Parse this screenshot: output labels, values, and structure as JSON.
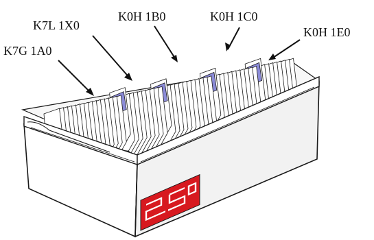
{
  "labels": [
    "K7G 1A0",
    "K7L 1X0",
    "K0H 1B0",
    "K0H 1C0",
    "K0H 1E0"
  ],
  "colors": {
    "divider": "#8b8bd8",
    "tab": "#29a9e1",
    "logo": "#d7191f",
    "outline": "#1a1a1a",
    "card": "#ffffff",
    "box_front": "#ffffff",
    "box_side": "#f2f2f2"
  },
  "icons": {
    "logo": "canada-post-logo"
  }
}
